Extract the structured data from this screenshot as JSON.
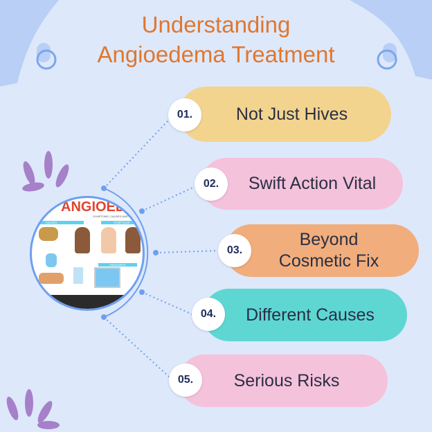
{
  "title": {
    "line1": "Understanding",
    "line2": "Angioedema Treatment"
  },
  "items": [
    {
      "number": "01.",
      "label": "Not Just Hives",
      "color": "#f3d48e"
    },
    {
      "number": "02.",
      "label": "Swift Action Vital",
      "color": "#f4c2da"
    },
    {
      "number": "03.",
      "label": "Beyond Cosmetic Fix",
      "color": "#f1ad7b"
    },
    {
      "number": "04.",
      "label": "Different Causes",
      "color": "#5ed7d3"
    },
    {
      "number": "05.",
      "label": "Serious Risks",
      "color": "#f4c2da"
    }
  ],
  "image": {
    "heading": "ANGIOEDE",
    "subheading": "SYMPTOMS, CAUSES AND",
    "causes": "CAUSES",
    "symptoms": "SYMPTOMS",
    "treatment": "TREATMENT"
  }
}
